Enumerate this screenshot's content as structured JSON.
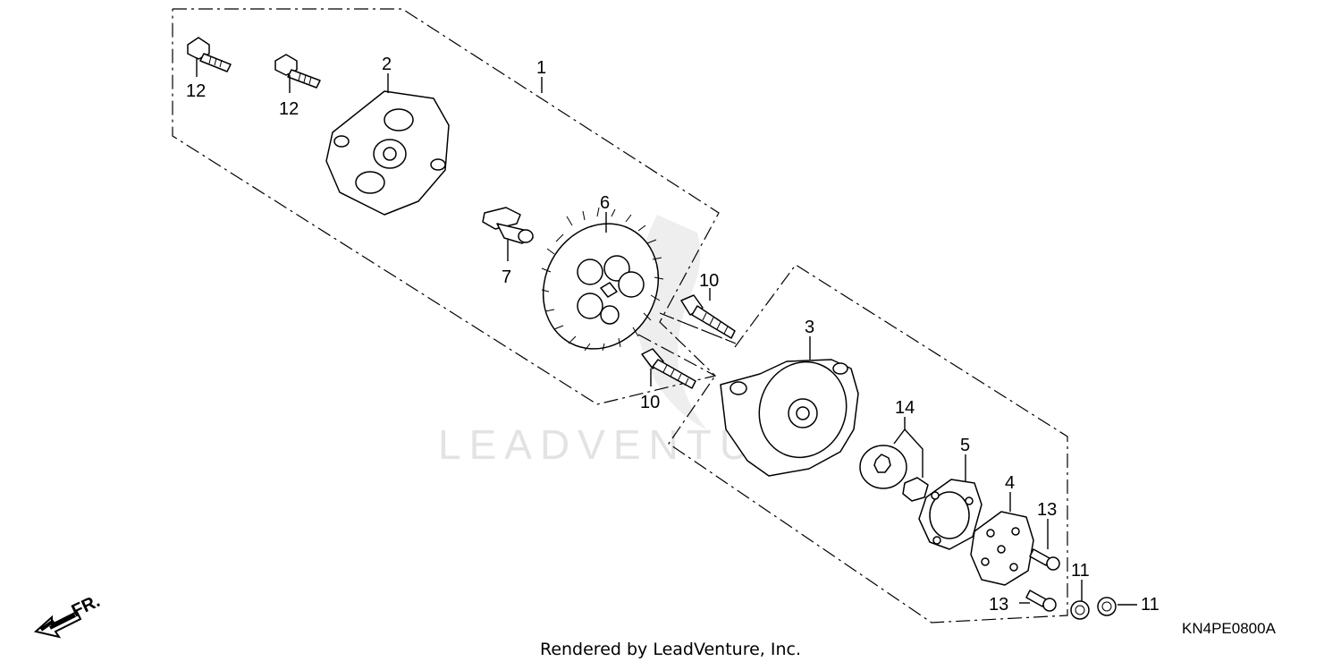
{
  "diagram": {
    "watermark": "LEADVENTURE",
    "front_label": "FR.",
    "code": "KN4PE0800A",
    "footer": "Rendered by LeadVenture, Inc.",
    "callouts": {
      "c1": "1",
      "c2": "2",
      "c3": "3",
      "c4": "4",
      "c5": "5",
      "c6": "6",
      "c7": "7",
      "c10a": "10",
      "c10b": "10",
      "c11a": "11",
      "c11b": "11",
      "c12a": "12",
      "c12b": "12",
      "c13a": "13",
      "c13b": "13",
      "c14": "14"
    }
  }
}
